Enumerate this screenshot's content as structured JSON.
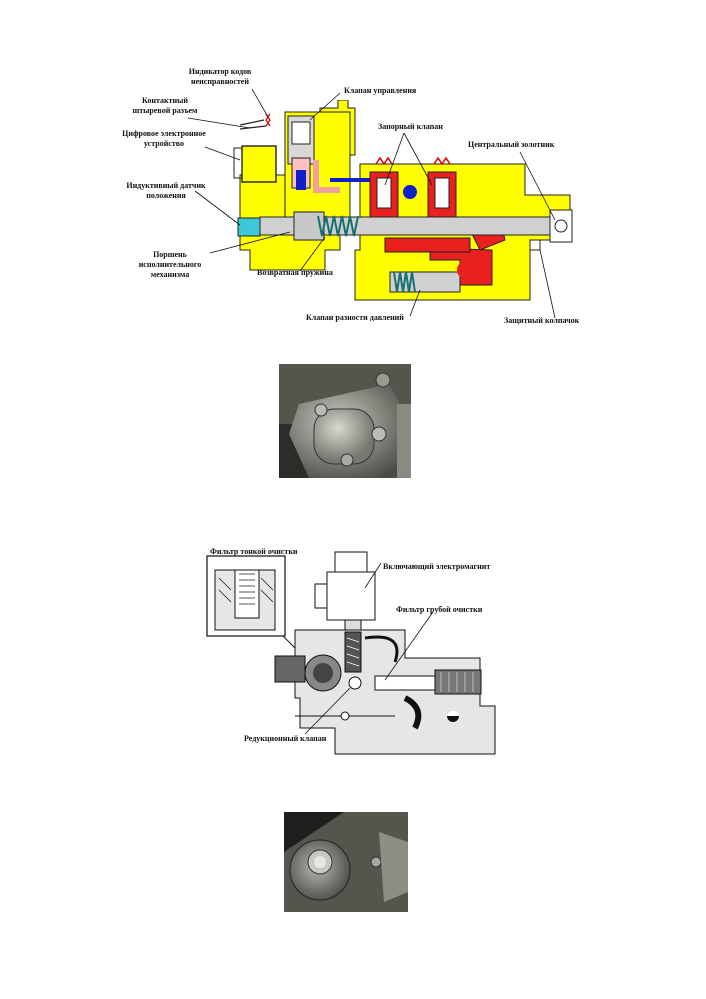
{
  "diagram1": {
    "labels": {
      "fault_indicator": [
        "Индикатор кодов",
        "неисправностей"
      ],
      "control_valve": "Клапан управления",
      "connector": [
        "Контактный",
        "штыревой разъем"
      ],
      "digital_unit": [
        "Цифровое электронное",
        "устройство"
      ],
      "shutoff_valve": "Запорный клапан",
      "central_spool": "Центральный золотник",
      "inductive_sensor": [
        "Индуктивный датчик",
        "положения"
      ],
      "actuator_piston": [
        "Поршень",
        "исполнительного",
        "механизма"
      ],
      "return_spring": "Возвратная пружина",
      "diff_pressure_valve": "Клапан разности давлений",
      "protective_cap": "Защитный колпачок"
    },
    "colors": {
      "body": "#ffff00",
      "oil": "#e8201f",
      "blue": "#1020c8",
      "pink": "#f0a0a0",
      "cyan": "#30b0b0"
    }
  },
  "diagram2": {
    "labels": {
      "fine_filter": "Фильтр тонкой очистки",
      "solenoid": "Включающий электромагнит",
      "coarse_filter": "Фильтр грубой очистки",
      "reducing_valve": "Редукционный клапан"
    }
  }
}
